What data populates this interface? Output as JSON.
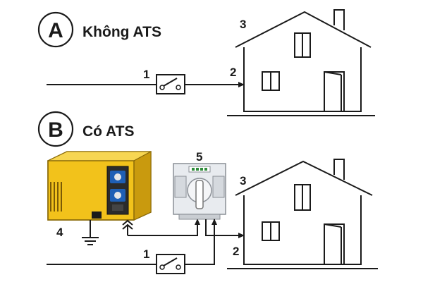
{
  "section_a": {
    "letter": "A",
    "title": "Không ATS"
  },
  "section_b": {
    "letter": "B",
    "title": "Có ATS"
  },
  "labels": {
    "a_house": "3",
    "a_switch": "1",
    "a_arrow": "2",
    "b_ats": "5",
    "b_house": "3",
    "b_generator": "4",
    "b_switch": "1",
    "b_arrow": "2"
  },
  "colors": {
    "line": "#1a1a1a",
    "generator_yellow": "#f2c21b",
    "generator_shadow": "#c99a0e",
    "socket_blue": "#1f5fb5",
    "ats_body": "#e8ebef",
    "ats_handle": "#ffffff",
    "terminal_green": "#2e8b3a"
  }
}
